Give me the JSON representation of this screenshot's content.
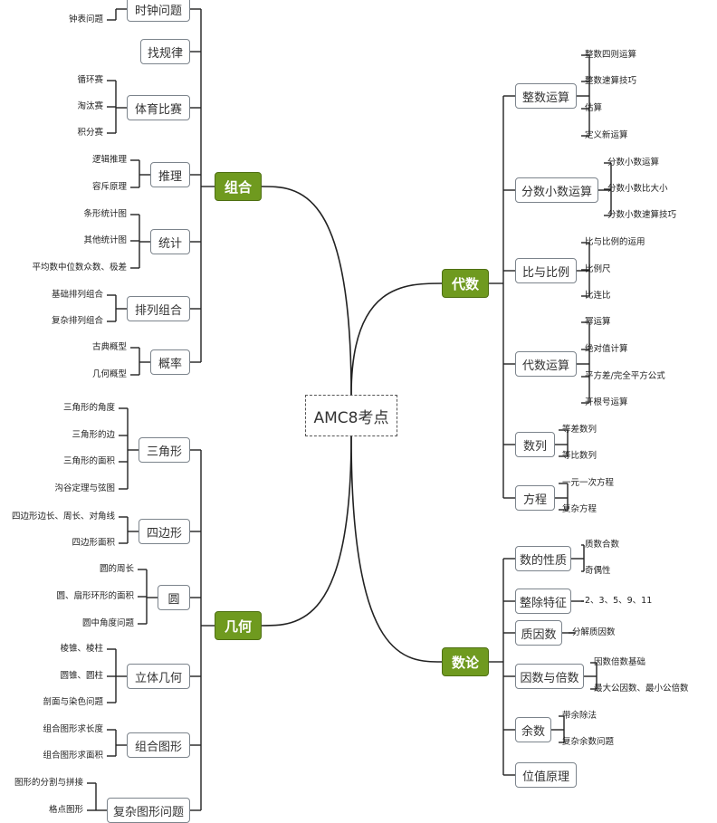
{
  "center": {
    "label": "AMC8考点"
  },
  "branches": {
    "zuhe": {
      "label": "组合",
      "subs": [
        {
          "label": "时钟问题",
          "leaves": [
            "钟表问题"
          ]
        },
        {
          "label": "找规律",
          "leaves": []
        },
        {
          "label": "体育比赛",
          "leaves": [
            "循环赛",
            "淘汰赛",
            "积分赛"
          ]
        },
        {
          "label": "推理",
          "leaves": [
            "逻辑推理",
            "容斥原理"
          ]
        },
        {
          "label": "统计",
          "leaves": [
            "条形统计图",
            "其他统计图",
            "平均数中位数众数、极差"
          ]
        },
        {
          "label": "排列组合",
          "leaves": [
            "基础排列组合",
            "复杂排列组合"
          ]
        },
        {
          "label": "概率",
          "leaves": [
            "古典概型",
            "几何概型"
          ]
        }
      ]
    },
    "jihe": {
      "label": "几何",
      "subs": [
        {
          "label": "三角形",
          "leaves": [
            "三角形的角度",
            "三角形的边",
            "三角形的面积",
            "沟谷定理与弦图"
          ]
        },
        {
          "label": "四边形",
          "leaves": [
            "四边形边长、周长、对角线",
            "四边形面积"
          ]
        },
        {
          "label": "圆",
          "leaves": [
            "圆的周长",
            "圆、扇形环形的面积",
            "圆中角度问题"
          ]
        },
        {
          "label": "立体几何",
          "leaves": [
            "棱锥、棱柱",
            "圆锥、圆柱",
            "剖面与染色问题"
          ]
        },
        {
          "label": "组合图形",
          "leaves": [
            "组合图形求长度",
            "组合图形求面积"
          ]
        },
        {
          "label": "复杂图形问题",
          "leaves": [
            "图形的分割与拼接",
            "格点图形"
          ]
        }
      ]
    },
    "daishu": {
      "label": "代数",
      "subs": [
        {
          "label": "整数运算",
          "leaves": [
            "整数四则运算",
            "整数速算技巧",
            "估算",
            "定义新运算"
          ]
        },
        {
          "label": "分数小数运算",
          "leaves": [
            "分数小数运算",
            "分数小数比大小",
            "分数小数速算技巧"
          ]
        },
        {
          "label": "比与比例",
          "leaves": [
            "比与比例的运用",
            "比例尺",
            "比连比"
          ]
        },
        {
          "label": "代数运算",
          "leaves": [
            "幂运算",
            "绝对值计算",
            "平方差/完全平方公式",
            "开根号运算"
          ]
        },
        {
          "label": "数列",
          "leaves": [
            "等差数列",
            "等比数列"
          ]
        },
        {
          "label": "方程",
          "leaves": [
            "一元一次方程",
            "复杂方程"
          ]
        }
      ]
    },
    "shulun": {
      "label": "数论",
      "subs": [
        {
          "label": "数的性质",
          "leaves": [
            "质数合数",
            "奇偶性"
          ]
        },
        {
          "label": "整除特征",
          "leaves": [
            "2、3、5、9、11"
          ]
        },
        {
          "label": "质因数",
          "leaves": [
            "分解质因数"
          ]
        },
        {
          "label": "因数与倍数",
          "leaves": [
            "因数倍数基础",
            "最大公因数、最小公倍数"
          ]
        },
        {
          "label": "余数",
          "leaves": [
            "带余除法",
            "复杂余数问题"
          ]
        },
        {
          "label": "位值原理",
          "leaves": []
        }
      ]
    }
  },
  "colors": {
    "main_fill": "#6f9a1f",
    "line": "#222222",
    "sub_border": "#7c848c"
  }
}
